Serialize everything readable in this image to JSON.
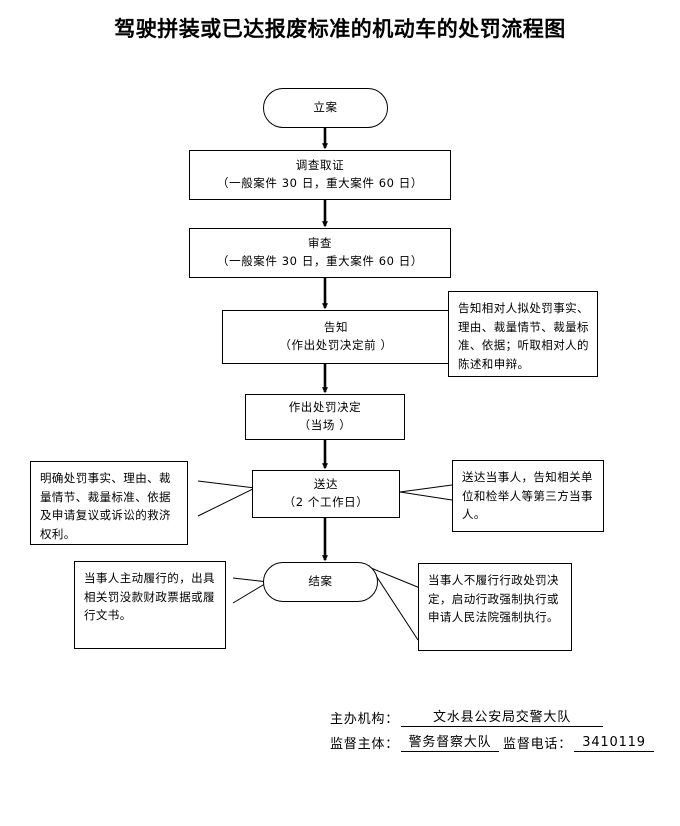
{
  "title": "驾驶拼装或已达报废标准的机动车的处罚流程图",
  "flow": {
    "nodes": [
      {
        "id": "filing",
        "shape": "rounded",
        "line1": "立案",
        "line2": ""
      },
      {
        "id": "investigation",
        "shape": "rect",
        "line1": "调查取证",
        "line2": "（一般案件 30 日，重大案件 60 日）"
      },
      {
        "id": "review",
        "shape": "rect",
        "line1": "审查",
        "line2": "（一般案件 30 日，重大案件 60 日）"
      },
      {
        "id": "notify",
        "shape": "rect",
        "line1": "告知",
        "line2": "（作出处罚决定前 ）"
      },
      {
        "id": "decision",
        "shape": "rect",
        "line1": "作出处罚决定",
        "line2": "（当场 ）"
      },
      {
        "id": "delivery",
        "shape": "rect",
        "line1": "送达",
        "line2": "（2 个工作日）"
      },
      {
        "id": "closing",
        "shape": "rounded",
        "line1": "结案",
        "line2": ""
      }
    ]
  },
  "notes": {
    "notify_note": "告知相对人拟处罚事实、理由、裁量情节、裁量标准、依据；听取相对人的陈述和申辩。",
    "delivery_left_note": "明确处罚事实、理由、裁量情节、裁量标准、依据及申请复议或诉讼的救济权利。",
    "delivery_right_note": "送达当事人，告知相关单位和检举人等第三方当事人。",
    "closing_left_note": "当事人主动履行的，出具相关罚没款财政票据或履行文书。",
    "closing_right_note": "当事人不履行行政处罚决定，启动行政强制执行或申请人民法院强制执行。"
  },
  "footer": {
    "host_label": "主办机构：",
    "host_value": "文水县公安局交警大队",
    "supervisor_label": "监督主体：",
    "supervisor_value": "警务督察大队",
    "phone_label": "监督电话：",
    "phone_value": "3410119"
  },
  "colors": {
    "line": "#000000",
    "background": "#ffffff",
    "text": "#000000"
  }
}
